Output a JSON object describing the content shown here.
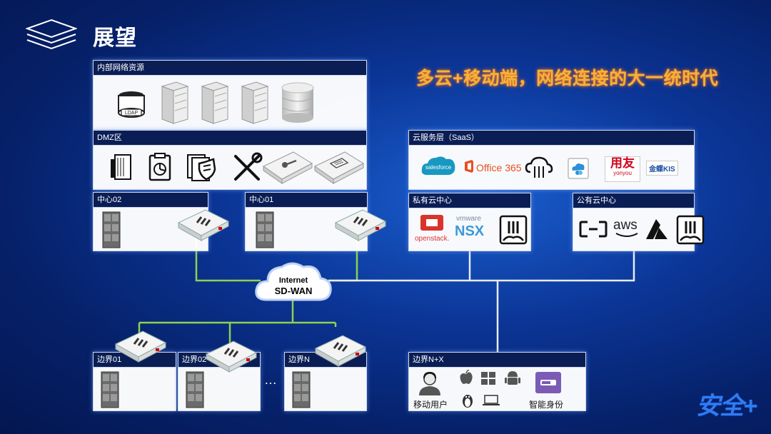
{
  "page": {
    "title": "展望",
    "headline": "多云+移动端，网络连接的大一统时代"
  },
  "internal": {
    "header": "内部网络资源",
    "ldap": "LDAP"
  },
  "dmz": {
    "header": "DMZ区"
  },
  "center02": {
    "header": "中心02"
  },
  "center01": {
    "header": "中心01"
  },
  "saas": {
    "header": "云服务层（SaaS）",
    "logos": {
      "salesforce": "salesforce",
      "office365": "Office 365",
      "yonyou_cn": "用友",
      "yonyou_en": "yonyou",
      "kingdee": "金蝶KIS"
    }
  },
  "private_cloud": {
    "header": "私有云中心",
    "openstack": "openstack.",
    "vmware": "vmware",
    "nsx": "NSX"
  },
  "public_cloud": {
    "header": "公有云中心",
    "aws": "aws"
  },
  "internet": {
    "line1": "Internet",
    "line2": "SD-WAN"
  },
  "edges": {
    "edge01": "边界01",
    "edge02": "边界02",
    "edgeN": "边界N",
    "ellipsis": "…"
  },
  "edge_nx": {
    "header": "边界N+X",
    "mobile_user": "移动用户",
    "smart_id": "智能身份"
  },
  "brand": {
    "watermark": "安全+"
  },
  "colors": {
    "accent_orange": "#f2b33a",
    "link_green": "#8fd14f",
    "link_white": "#e6ecf5",
    "bg_navy": "#06216a"
  }
}
